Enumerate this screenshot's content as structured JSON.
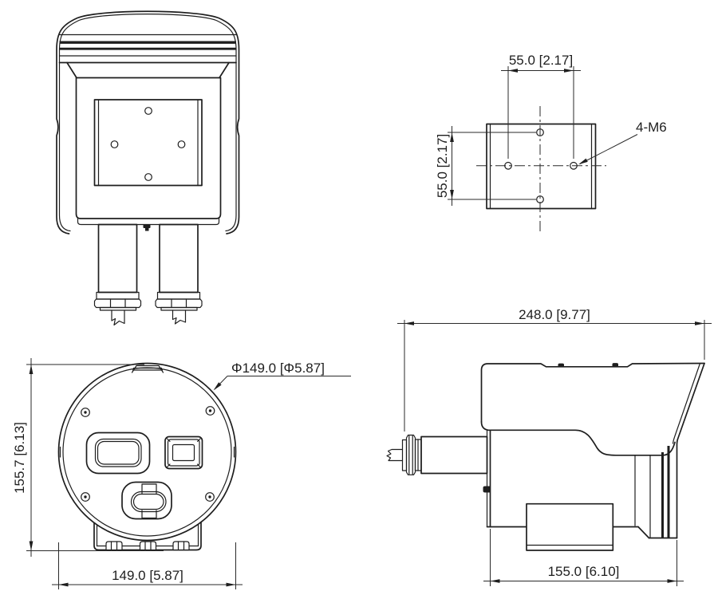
{
  "meta": {
    "background": "#ffffff",
    "line_color": "#1e1e1e",
    "drawing_kind": "camera dimensional drawing, four orthographic views"
  },
  "views": {
    "mount": {
      "dim_width": "55.0 [2.17]",
      "dim_height": "55.0 [2.17]",
      "thread_label": "4-M6"
    },
    "front": {
      "dim_diameter": "Φ149.0 [Φ5.87]",
      "dim_height": "155.7 [6.13]",
      "dim_width": "149.0 [5.87]"
    },
    "side": {
      "dim_overall_length": "248.0 [9.77]",
      "dim_body_length": "155.0 [6.10]"
    }
  }
}
